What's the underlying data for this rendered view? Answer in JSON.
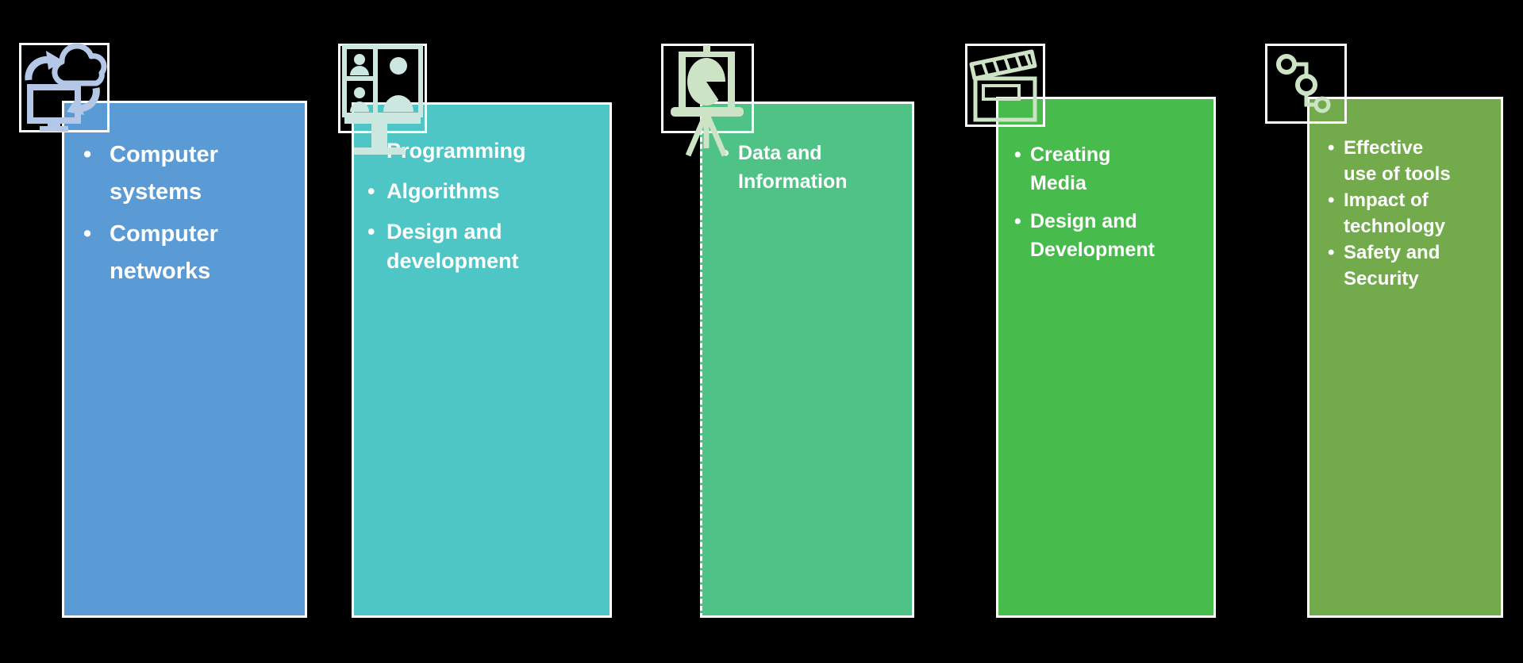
{
  "canvas": {
    "background_color": "#000000",
    "border_color": "#FFFFFF",
    "text_color": "#FFFFFF"
  },
  "cards": [
    {
      "name": "computer-science",
      "color": "#5B9BD5",
      "icon": "computer-cloud-sync-icon",
      "icon_color": "#B4C7E7",
      "bullets": [
        "Computer\nsystems",
        "Computer\nnetworks"
      ]
    },
    {
      "name": "programming",
      "color": "#4EC6C6",
      "icon": "video-call-icon",
      "icon_color": "#CBE7E0",
      "bullets": [
        "Programming",
        "Algorithms",
        "Design and\ndevelopment"
      ]
    },
    {
      "name": "data-information",
      "color": "#4FC286",
      "icon": "presentation-pie-chart-icon",
      "icon_color": "#CDE3C5",
      "bullets": [
        "Data and\nInformation"
      ]
    },
    {
      "name": "media",
      "color": "#48BB4D",
      "icon": "clapperboard-icon",
      "icon_color": "#CDE3C5",
      "bullets": [
        "Creating\nMedia",
        "Design and\nDevelopment"
      ]
    },
    {
      "name": "digital-literacy",
      "color": "#73AB4C",
      "icon": "network-nodes-icon",
      "icon_color": "#CDE3C5",
      "bullets": [
        "Effective\nuse of tools",
        "Impact of\ntechnology",
        "Safety and\nSecurity"
      ]
    }
  ]
}
